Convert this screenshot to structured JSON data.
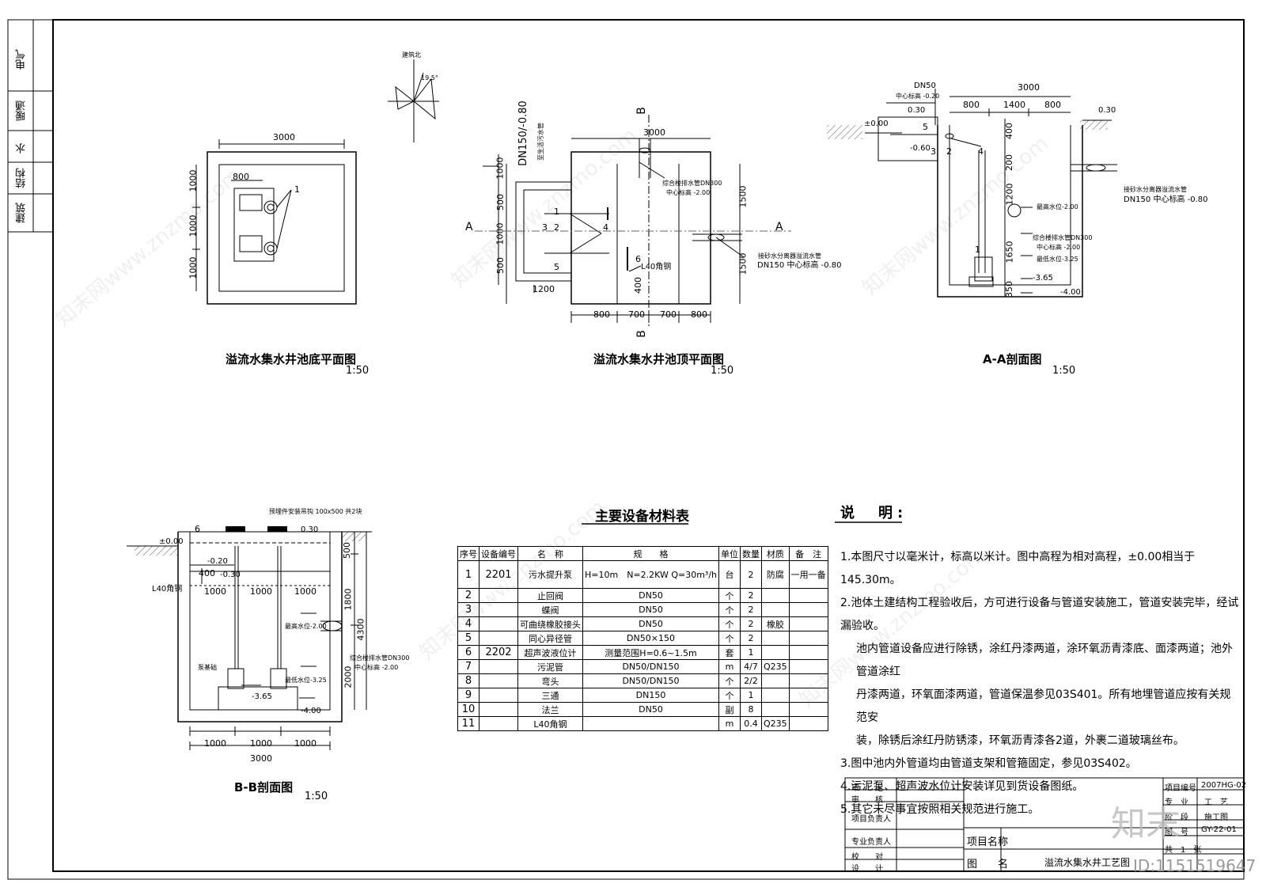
{
  "sidebar": {
    "labels": [
      "电气",
      "暖通",
      "水",
      "结构",
      "建筑"
    ]
  },
  "compass": {
    "label": "建筑北",
    "angle": "19.5°"
  },
  "plan_bottom": {
    "title": "溢流水集水井池底平面图",
    "scale": "1:50",
    "dims": {
      "width": "3000",
      "offset": "800",
      "d1": "1000",
      "d2": "1000",
      "d3": "1000"
    },
    "tag": "1"
  },
  "plan_top": {
    "title": "溢流水集水井池顶平面图",
    "scale": "1:50",
    "width": "3000",
    "bottom_dims": [
      "800",
      "700",
      "700",
      "800"
    ],
    "left_dims": [
      "1000",
      "500",
      "1000",
      "500"
    ],
    "right_dims": [
      "1500",
      "1500"
    ],
    "pipe_top": "DN150/-0.80",
    "pipe_top_note": "至生活污水管",
    "pipe_in_label": "综合楼排水管DN300",
    "pipe_in_elev": "中心标高 -2.00",
    "pipe_out_label": "接砂水分离器溢流水管",
    "pipe_out_spec": "DN150 中心标高 -0.80",
    "angle": "L40角钢",
    "dim_400": "400",
    "dim_1200": "1200",
    "tags": [
      "1",
      "2",
      "3",
      "4",
      "5",
      "6"
    ],
    "section_A": "A",
    "section_B": "B"
  },
  "section_aa": {
    "title": "A-A剖面图",
    "scale": "1:50",
    "width": "3000",
    "top_dims": [
      "800",
      "1400",
      "800"
    ],
    "dn50": "DN50",
    "dn50_elev": "中心标高 -0.20",
    "v030a": "0.30",
    "v030b": "0.30",
    "v000": "±0.00",
    "v060": "-0.60",
    "out_pipe": "接砂水分离器溢流水管",
    "out_pipe_spec": "DN150 中心标高 -0.80",
    "high_water": "最高水位-2.00",
    "in_pipe": "综合楼排水管DN300",
    "in_pipe_elev": "中心标高 -2.00",
    "low_water": "最低水位-3.25",
    "v365": "-3.65",
    "v400": "-4.00",
    "v_dims": [
      "400",
      "200",
      "1200",
      "1650",
      "350"
    ],
    "tags": [
      "1",
      "2",
      "3",
      "4",
      "5"
    ]
  },
  "section_bb": {
    "title": "B-B剖面图",
    "scale": "1:50",
    "width": "3000",
    "bottom_dims": [
      "1000",
      "1000",
      "1000"
    ],
    "top_dims": [
      "1000",
      "1000",
      "1000"
    ],
    "hatch_note": "预埋件安装吊钩 100x500 共2块",
    "v000": "±0.00",
    "v030": "0.30",
    "v020": "-0.20",
    "v030n": "-0.30",
    "dim400": "400",
    "angle": "L40角钢",
    "high_water": "最高水位-2.00",
    "in_pipe": "综合楼排水管DN300",
    "in_pipe_elev": "中心标高 -2.00",
    "low_water": "最低水位-3.25",
    "v365": "-3.65",
    "v400": "-4.00",
    "pump_label": "泵基础",
    "r_dims": [
      "500",
      "1800",
      "2000",
      "4300"
    ],
    "tag": "6"
  },
  "equipment_table": {
    "title": "主要设备材料表",
    "headers": [
      "序号",
      "设备编号",
      "名　称",
      "规　　格",
      "单位",
      "数量",
      "材质",
      "备　注"
    ],
    "rows": [
      [
        "1",
        "2201",
        "污水提升泵",
        "H=10m　N=2.2KW Q=30m³/h",
        "台",
        "2",
        "防腐",
        "一用一备"
      ],
      [
        "2",
        "",
        "止回阀",
        "DN50",
        "个",
        "2",
        "",
        ""
      ],
      [
        "3",
        "",
        "蝶阀",
        "DN50",
        "个",
        "2",
        "",
        ""
      ],
      [
        "4",
        "",
        "可曲绕橡胶接头",
        "DN50",
        "个",
        "2",
        "橡胶",
        ""
      ],
      [
        "5",
        "",
        "同心异径管",
        "DN50×150",
        "个",
        "2",
        "",
        ""
      ],
      [
        "6",
        "2202",
        "超声波液位计",
        "测量范围H=0.6~1.5m",
        "套",
        "1",
        "",
        ""
      ],
      [
        "7",
        "",
        "污泥管",
        "DN50/DN150",
        "m",
        "4/7",
        "Q235",
        ""
      ],
      [
        "8",
        "",
        "弯头",
        "DN50/DN150",
        "个",
        "2/2",
        "",
        ""
      ],
      [
        "9",
        "",
        "三通",
        "DN150",
        "个",
        "1",
        "",
        ""
      ],
      [
        "10",
        "",
        "法兰",
        "DN50",
        "副",
        "8",
        "",
        ""
      ],
      [
        "11",
        "",
        "L40角钢",
        "",
        "m",
        "0.4",
        "Q235",
        ""
      ]
    ]
  },
  "notes": {
    "title": "说　明:",
    "items": [
      "1.本图尺寸以毫米计，标高以米计。图中高程为相对高程，±0.00相当于145.30m。",
      "2.池体土建结构工程验收后，方可进行设备与管道安装施工，管道安装完毕，经试漏验收。",
      "池内管道设备应进行除锈，涂红丹漆两道，涂环氧沥青漆底、面漆两道；池外管道涂红",
      "丹漆两道，环氧面漆两道，管道保温参见03S401。所有地埋管道应按有关规范安",
      "装，除锈后涂红丹防锈漆，环氧沥青漆各2道，外裹二道玻璃丝布。",
      "3.图中池内外管道均由管道支架和管箍固定，参见03S402。",
      "4.污泥泵、超声波水位计安装详见到货设备图纸。",
      "5.其它未尽事宜按照相关规范进行施工。"
    ]
  },
  "title_block": {
    "left_labels": [
      "审　　定",
      "审　　核",
      "项目负责人",
      "专业负责人",
      "校　　对",
      "设　　计"
    ],
    "project_name_label": "项目名称",
    "drawing_name_label": "图　　名",
    "drawing_name": "溢流水集水井工艺图",
    "right_labels": [
      "项目编号",
      "专　业",
      "阶　段",
      "图　号",
      "共　1　张"
    ],
    "right_values": [
      "2007HG-02",
      "工　艺",
      "施工图",
      "GY-22-01",
      ""
    ],
    "watermark_logo": "知末",
    "id": "ID:1151519647"
  },
  "watermark": "知末网www.znzmo.com"
}
